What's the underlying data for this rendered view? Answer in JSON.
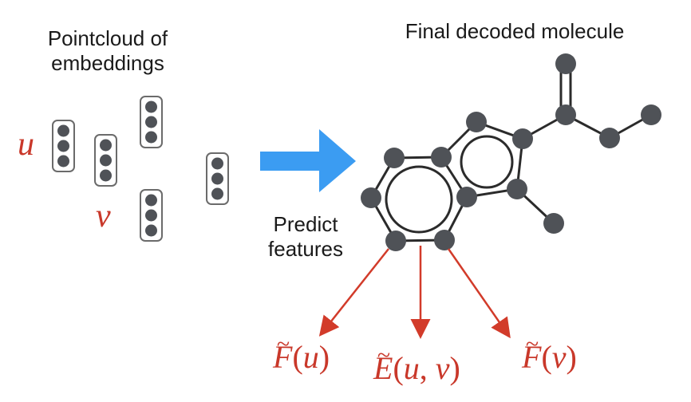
{
  "labels": {
    "pointcloud_line1": "Pointcloud of",
    "pointcloud_line2": "embeddings",
    "molecule_title": "Final decoded molecule",
    "predict_line1": "Predict",
    "predict_line2": "features"
  },
  "variables": {
    "u": "u",
    "v": "v"
  },
  "outputs": {
    "node_feature_u": {
      "letter": "F",
      "tilde": "~",
      "arg": "u"
    },
    "edge_feature": {
      "letter": "E",
      "tilde": "~",
      "arg1": "u",
      "sep": ",",
      "arg2": "v"
    },
    "node_feature_v": {
      "letter": "F",
      "tilde": "~",
      "arg": "v"
    }
  },
  "colors": {
    "atom": "#4f5257",
    "bond": "#2b2b2b",
    "arrow_main": "#3b9cf2",
    "arrow_red": "#d23b2a",
    "text_red": "#c9382a",
    "box_border": "#6b6b6b"
  },
  "icons": {
    "embedding_vector": "three-dot-column-icon",
    "process_arrow": "right-arrow-icon"
  }
}
